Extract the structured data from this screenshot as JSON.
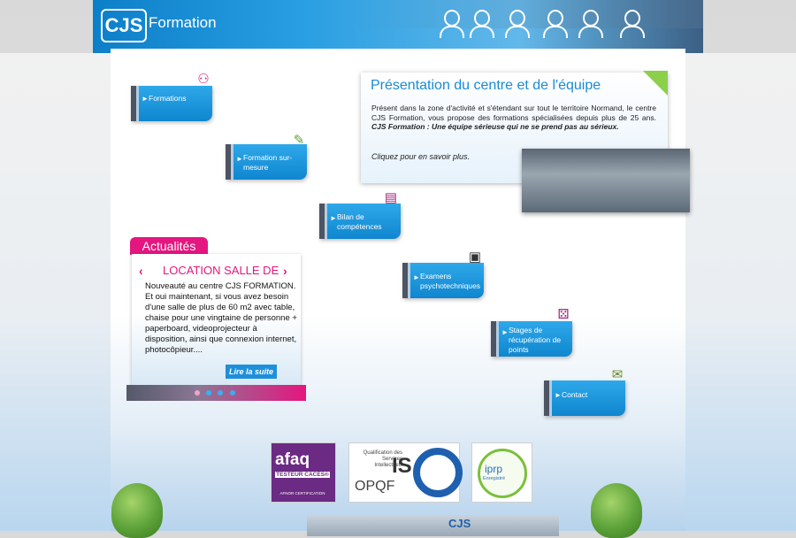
{
  "header": {
    "logo_text": "CJS",
    "logo_word": "Formation",
    "team_icons": [
      "person-icon",
      "person-icon",
      "person-icon",
      "person-icon",
      "person-icon",
      "person-icon"
    ]
  },
  "nav": {
    "items": [
      {
        "label": "Formations",
        "icon": "handshake-icon"
      },
      {
        "label": "Formation sur-mesure",
        "icon": "pencil-icon"
      },
      {
        "label": "Bilan de compétences",
        "icon": "book-icon"
      },
      {
        "label": "Examens psychotechniques",
        "icon": "computer-icon"
      },
      {
        "label": "Stages de récupération de points",
        "icon": "dice-icon"
      },
      {
        "label": "Contact",
        "icon": "mail-icon"
      }
    ]
  },
  "presentation": {
    "title": "Présentation du centre et de l'équipe",
    "text": "Présent dans la zone d'activité et s'étendant sur tout le territoire Normand, le centre CJS Formation, vous propose des formations spécialisées depuis plus de 25 ans.",
    "tagline": "CJS Formation : Une équipe sérieuse qui ne se prend pas au sérieux.",
    "more": "Cliquez pour en savoir plus."
  },
  "news": {
    "tab_label": "Actualités",
    "headline": "LOCATION SALLE DE",
    "body": "Nouveauté au centre CJS FORMATION. Et oui maintenant, si vous avez besoin d'une salle de plus de 60 m2 avec table, chaise pour une vingtaine de personne + paperboard, videoprojecteur à disposition, ainsi que connexion internet, photocôpieur....",
    "read_more": "Lire la suite",
    "prev": "‹",
    "next": "›",
    "slides": 4,
    "active_slide": 1
  },
  "certifications": {
    "afaq": {
      "name": "afaq",
      "line": "TESTEUR CACES®",
      "sub": "AFNOR CERTIFICATION"
    },
    "opqf": {
      "desc": "Qualification des Services Intellectuels",
      "is": "IS",
      "name": "OPQF"
    },
    "iprp": {
      "name": "iprp",
      "sub": "Enregistré"
    }
  },
  "building_sign": "CJS",
  "colors": {
    "accent_blue": "#1b8bd4",
    "magenta": "#e4167f",
    "tile_blue": "#0f86cf",
    "green": "#8ccf4a"
  }
}
